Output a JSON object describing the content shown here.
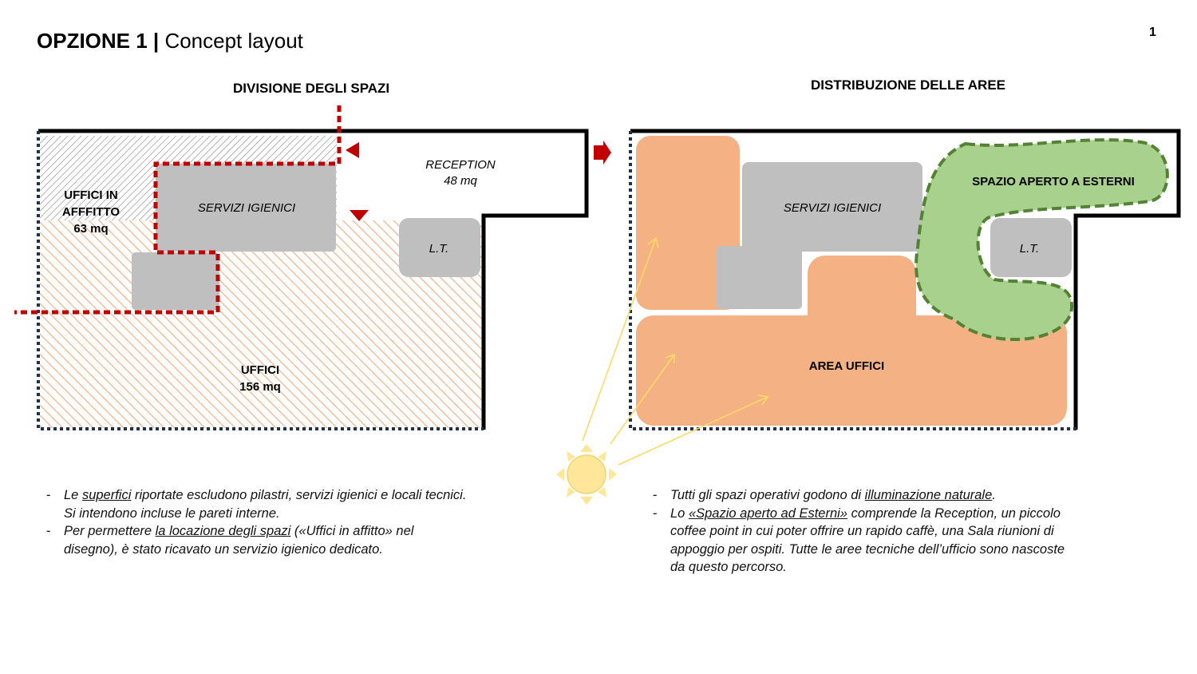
{
  "header": {
    "title_bold": "OPZIONE 1 |",
    "title_rest": "Concept layout",
    "page_number": "1"
  },
  "left_plan": {
    "heading": "DIVISIONE DEGLI SPAZI",
    "uffici_affitto": [
      "UFFICI IN",
      "AFFFITTO",
      "63 mq"
    ],
    "servizi": "SERVIZI IGIENICI",
    "reception": [
      "RECEPTION",
      "48 mq"
    ],
    "lt": "L.T.",
    "uffici": [
      "UFFICI",
      "156 mq"
    ]
  },
  "right_plan": {
    "heading": "DISTRIBUZIONE DELLE AREE",
    "servizi": "SERVIZI IGIENICI",
    "spazio_aperto": "SPAZIO APERTO A ESTERNI",
    "lt": "L.T.",
    "area_uffici": "AREA UFFICI"
  },
  "colors": {
    "orange": "#f4b183",
    "gray": "#bfbfbf",
    "green": "#a9d18e",
    "green_border": "#548235",
    "red": "#c00000",
    "navy": "#1f2f4f",
    "sun": "#ffe699"
  },
  "notes_left": [
    {
      "pre": "Le ",
      "u": "superfici",
      "post": " riportate escludono pilastri, servizi igienici e locali tecnici. Si intendono incluse le pareti interne."
    },
    {
      "pre": "Per permettere ",
      "u": "la locazione degli spazi",
      "post": " («Uffici in affitto» nel disegno), è stato ricavato un servizio igienico dedicato."
    }
  ],
  "notes_right": [
    {
      "pre": "Tutti gli spazi operativi godono di ",
      "u": "illuminazione naturale",
      "post": "."
    },
    {
      "pre": "Lo ",
      "u": "«Spazio aperto ad Esterni»",
      "post": " comprende la Reception, un piccolo coffee point in cui poter offrire un rapido caffè, una Sala riunioni di appoggio per ospiti. Tutte le aree tecniche dell’ufficio sono nascoste da questo percorso."
    }
  ]
}
